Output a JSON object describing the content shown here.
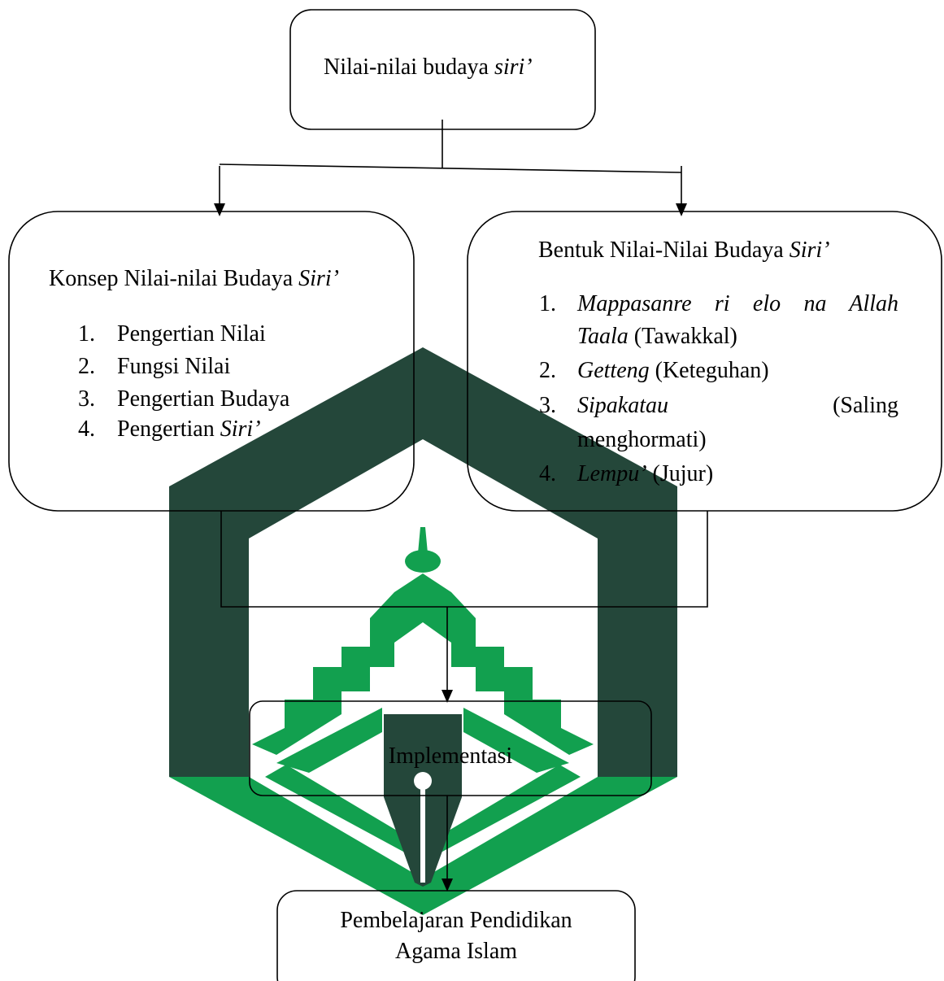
{
  "root": {
    "text": "Nilai-nilai budaya ",
    "italic": "siri’"
  },
  "konsep": {
    "title": "Konsep Nilai-nilai Budaya ",
    "title_italic": "Siri’",
    "items": [
      {
        "num": "1.",
        "text": "Pengertian Nilai",
        "italic": ""
      },
      {
        "num": "2.",
        "text": "Fungsi Nilai",
        "italic": ""
      },
      {
        "num": "3.",
        "text": "Pengertian Budaya",
        "italic": ""
      },
      {
        "num": "4.",
        "text": "Pengertian ",
        "italic": "Siri’"
      }
    ]
  },
  "bentuk": {
    "title": "Bentuk Nilai-Nilai Budaya ",
    "title_italic": "Siri’",
    "items": [
      {
        "num": "1.",
        "line1_italic": "Mappasanre ri elo na Allah",
        "line2_italic": "Taala",
        "line2_text": " (Tawakkal)"
      },
      {
        "num": "2.",
        "italic": "Getteng",
        "text": " (Keteguhan)"
      },
      {
        "num": "3.",
        "italic": "Sipakatau",
        "text_right": "(Saling",
        "line2_text": "menghormati)"
      },
      {
        "num": "4.",
        "italic": "Lempu’",
        "text": " (Jujur)"
      }
    ]
  },
  "implementasi": {
    "text": "Implementasi"
  },
  "target": {
    "line1": "Pembelajaran Pendidikan",
    "line2": "Agama Islam"
  },
  "colors": {
    "logo_dark": "#24473a",
    "logo_green": "#12a04f",
    "stroke": "#000000"
  }
}
